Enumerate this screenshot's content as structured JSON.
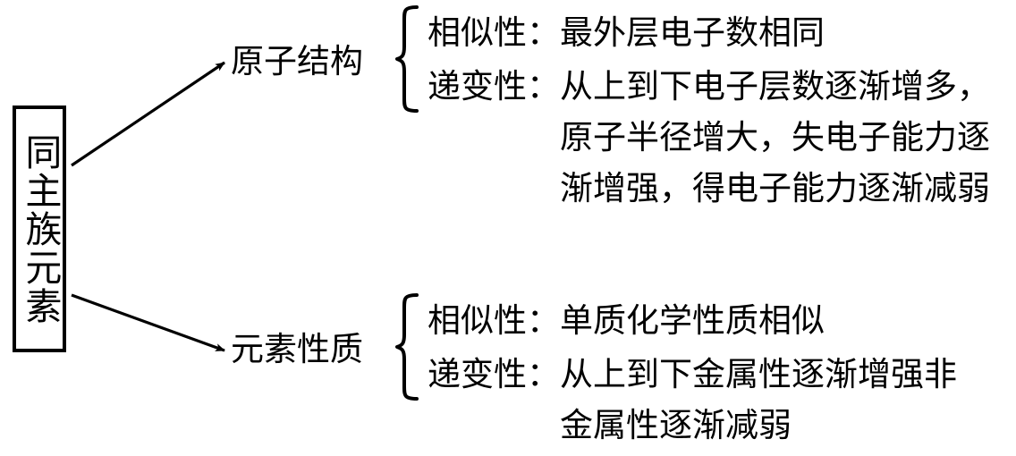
{
  "diagram": {
    "type": "hierarchical-bracket-outline",
    "subject": "同主族元素",
    "root": {
      "label": "同主族元素",
      "orientation": "vertical"
    },
    "branches": [
      {
        "label": "原子结构",
        "rows": [
          {
            "key": "相似性：",
            "value": "最外层电子数相同"
          },
          {
            "key": "递变性：",
            "value": "从上到下电子层数逐渐增多，原子半径增大，失电子能力逐渐增强，得电子能力逐渐减弱"
          }
        ]
      },
      {
        "label": "元素性质",
        "rows": [
          {
            "key": "相似性：",
            "value": "单质化学性质相似"
          },
          {
            "key": "递变性：",
            "value": "从上到下金属性逐渐增强非金属性逐渐减弱"
          }
        ]
      }
    ],
    "colors": {
      "ink": "#000000",
      "background": "#ffffff"
    },
    "connectors": [
      {
        "name": "arrow-to-原子结构",
        "from": "root-node",
        "to": "branch-label-0"
      },
      {
        "name": "arrow-to-元素性质",
        "from": "root-node",
        "to": "branch-label-1"
      },
      {
        "name": "brace-原子结构",
        "spans": "branch-0-rows"
      },
      {
        "name": "brace-元素性质",
        "spans": "branch-1-rows"
      }
    ]
  }
}
